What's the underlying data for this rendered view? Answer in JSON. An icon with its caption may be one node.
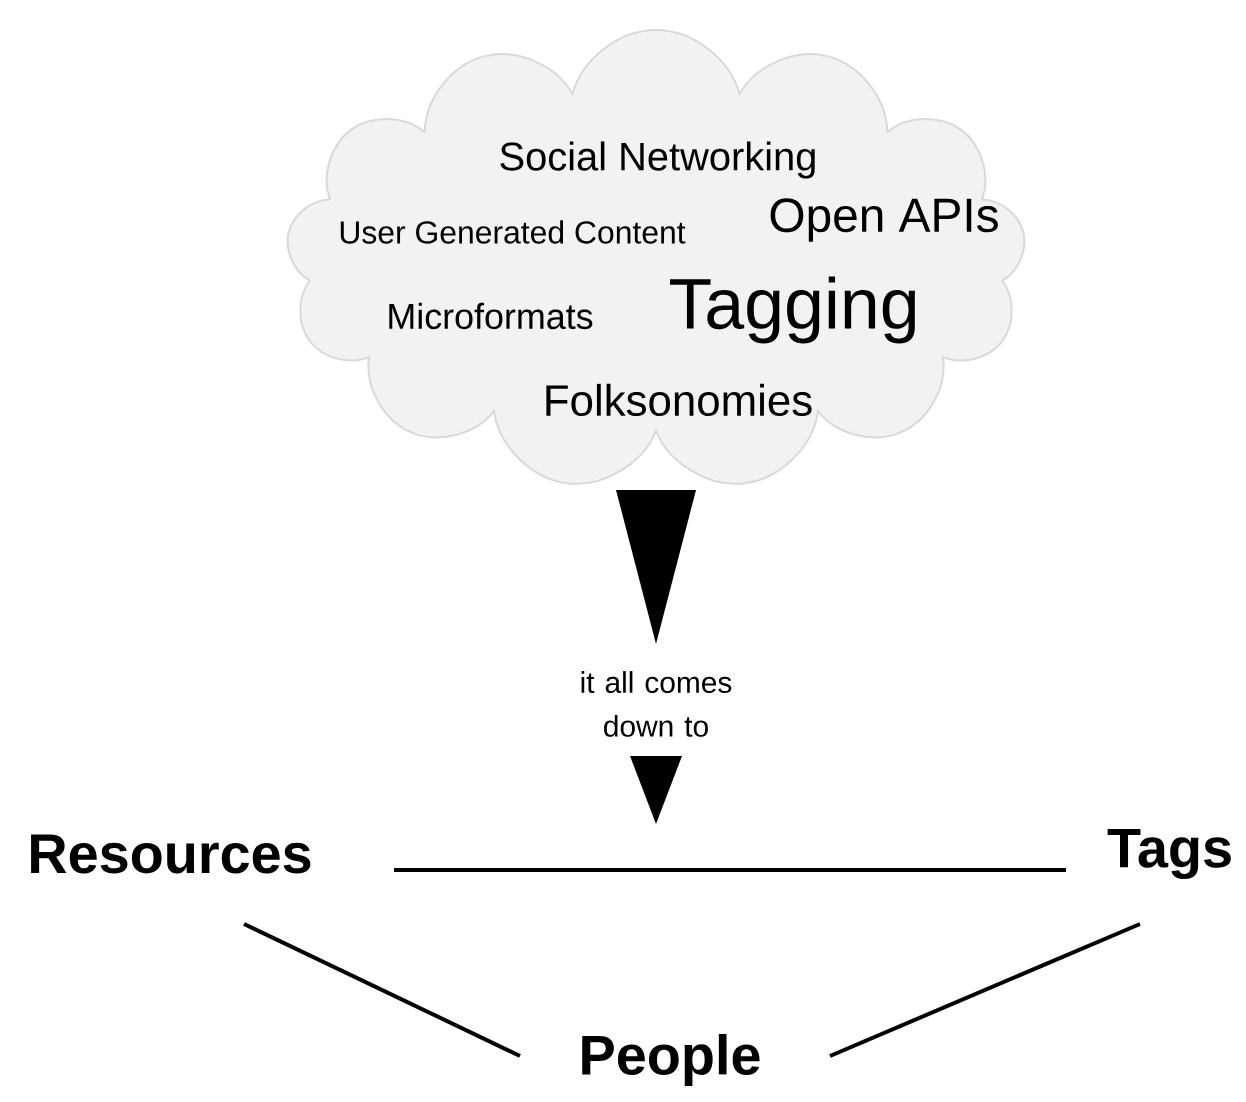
{
  "diagram": {
    "nodes": [
      {
        "text": [
          "Social Networking",
          "User Generated Content",
          "Open APIs",
          "Microformats",
          "Tagging",
          "Folksonomies"
        ]
      },
      {
        "text": [
          "Resources"
        ]
      },
      {
        "text": [
          "Tags"
        ]
      },
      {
        "text": [
          "People"
        ]
      }
    ],
    "edges": [
      {
        "from": 1,
        "to": 2,
        "arrow": "none"
      },
      {
        "from": 1,
        "to": 3,
        "arrow": "none"
      },
      {
        "from": 2,
        "to": 3,
        "arrow": "none"
      },
      {
        "from": 0,
        "to": null,
        "arrow": "to",
        "label": "it all comes down to"
      }
    ]
  }
}
